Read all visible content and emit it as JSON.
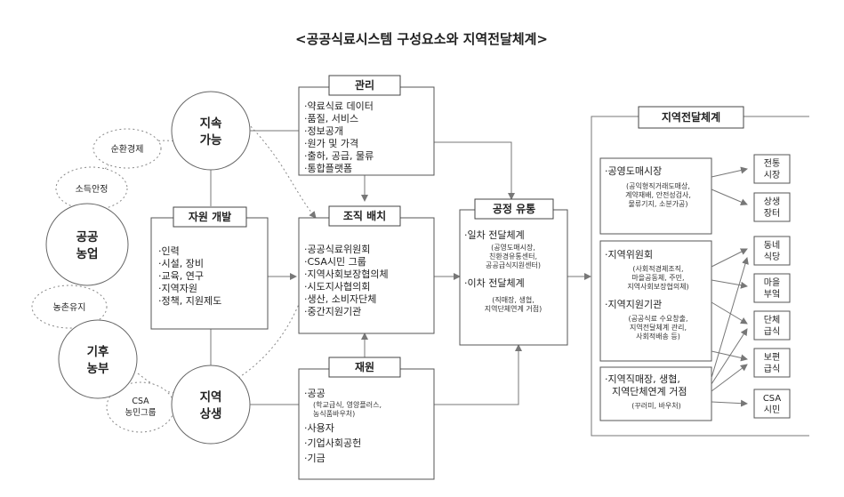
{
  "title": "<공공식료시스템 구성요소와 지역전달체계>",
  "left_circles": {
    "sustainable": [
      "지속",
      "가능"
    ],
    "public_ag": [
      "공공",
      "농업"
    ],
    "climate_farmer": [
      "기후",
      "농부"
    ],
    "coexistence": [
      "지역",
      "상생"
    ],
    "circular_economy": "순환경제",
    "income_stability": "소득안정",
    "rural_maintenance": "농촌유지",
    "csa_group": [
      "CSA",
      "농민그룹"
    ]
  },
  "management": {
    "header": "관리",
    "items": [
      "·약료식료 데이터",
      "·품질, 서비스",
      "·정보공개",
      "·원가 및 가격",
      "·출하, 공급, 물류",
      "·통합플랫폼"
    ]
  },
  "resource_dev": {
    "header": "자원 개발",
    "items": [
      "·인력",
      "·시설, 장비",
      "·교육, 연구",
      "·지역자원",
      "·정책, 지원제도"
    ]
  },
  "org_placement": {
    "header": "조직 배치",
    "items": [
      "·공공식료위원회",
      "·CSA시민 그룹",
      "·지역사회보장협의체",
      "·시도지사협의회",
      "·생산, 소비자단체",
      "·중간지원기관"
    ]
  },
  "finance": {
    "header": "재원",
    "items": [
      {
        "text": "·공공",
        "sub": [
          "(학교급식, 영양플러스,",
          "농식품바우처)"
        ]
      },
      {
        "text": "·사용자",
        "sub": []
      },
      {
        "text": "·기업사회공헌",
        "sub": []
      },
      {
        "text": "·기금",
        "sub": []
      }
    ]
  },
  "fair_distribution": {
    "header": "공정 유통",
    "first": "·일차 전달체계",
    "first_sub": [
      "(공영도매시장,",
      "친환경유통센터,",
      "공공급식지원센터)"
    ],
    "second": "·이차 전달체계",
    "second_sub": [
      "(직매장, 생협,",
      "지역단체연계 거점)"
    ]
  },
  "regional": {
    "header": "지역전달체계",
    "group1": {
      "title": "·공영도매시장",
      "sub": [
        "(공익형직거래도매상,",
        "계약재배, 안전성검사,",
        "물류기지, 소분가공)"
      ]
    },
    "group2a": {
      "title": "·지역위원회",
      "sub": [
        "(사회적경제조직,",
        "마을공동체, 주민,",
        "지역사회보장협의체)"
      ]
    },
    "group2b": {
      "title": "·지역지원기관",
      "sub": [
        "(공공식료 수요창출,",
        "지역전달체계 관리,",
        "사회적배송 등)"
      ]
    },
    "group3": {
      "title": [
        "·지역직매장, 생협,",
        "지역단체연계 거점"
      ],
      "sub": [
        "(꾸러미, 바우처)"
      ]
    }
  },
  "outlets": [
    [
      "전통",
      "시장"
    ],
    [
      "상생",
      "장터"
    ],
    [
      "동네",
      "식당"
    ],
    [
      "마을",
      "부엌"
    ],
    [
      "단체",
      "급식"
    ],
    [
      "보편",
      "급식"
    ],
    [
      "CSA",
      "시민"
    ]
  ]
}
